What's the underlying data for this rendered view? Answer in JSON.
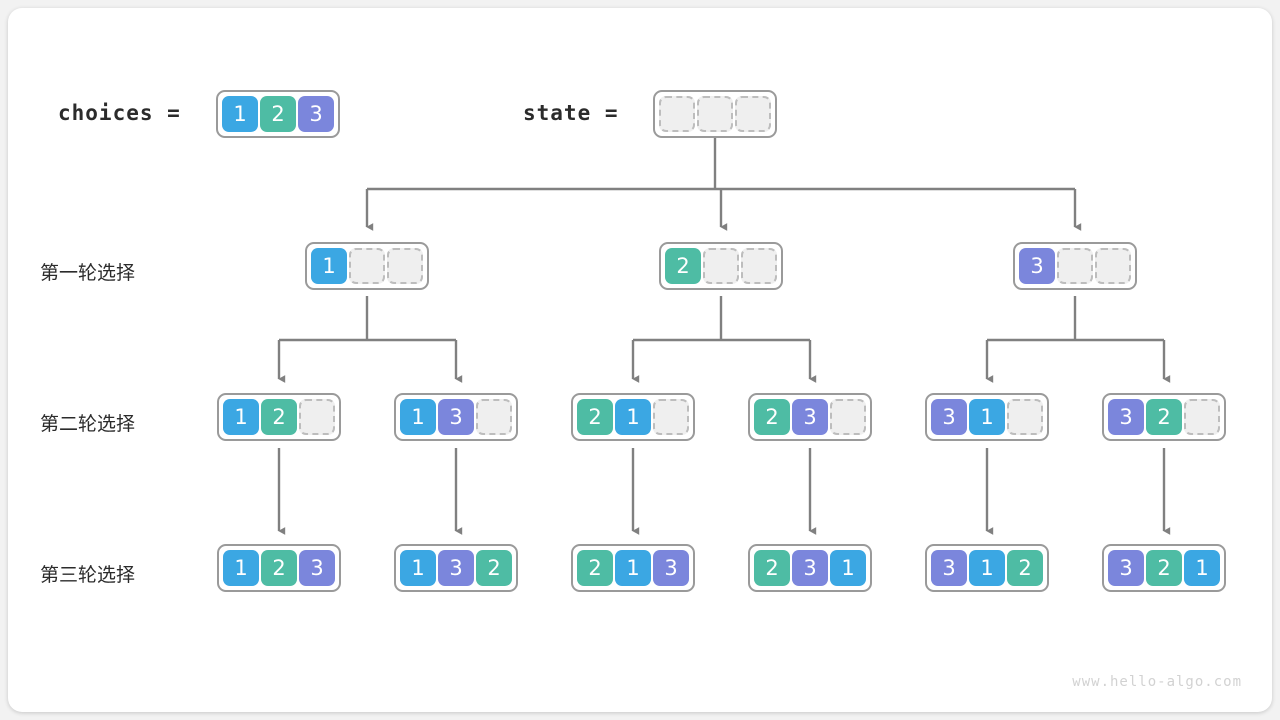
{
  "meta": {
    "watermark": "www.hello-algo.com",
    "colors": {
      "value_1": "#3ba7e3",
      "value_2": "#4ebca4",
      "value_3": "#7b86dc",
      "empty_cell": "#efefef",
      "border": "#9a9a9a",
      "connector": "#808080",
      "card_background": "#ffffff",
      "page_background": "#f2f2f2"
    }
  },
  "header": {
    "choices_label": "choices =",
    "choices_values": [
      "1",
      "2",
      "3"
    ],
    "state_label": "state =",
    "state_values": [
      "",
      "",
      ""
    ]
  },
  "rows": [
    {
      "label": "第一轮选择"
    },
    {
      "label": "第二轮选择"
    },
    {
      "label": "第三轮选择"
    }
  ],
  "tree": {
    "level1": [
      {
        "cells": [
          "1",
          "",
          ""
        ]
      },
      {
        "cells": [
          "2",
          "",
          ""
        ]
      },
      {
        "cells": [
          "3",
          "",
          ""
        ]
      }
    ],
    "level2": [
      {
        "cells": [
          "1",
          "2",
          ""
        ]
      },
      {
        "cells": [
          "1",
          "3",
          ""
        ]
      },
      {
        "cells": [
          "2",
          "1",
          ""
        ]
      },
      {
        "cells": [
          "2",
          "3",
          ""
        ]
      },
      {
        "cells": [
          "3",
          "1",
          ""
        ]
      },
      {
        "cells": [
          "3",
          "2",
          ""
        ]
      }
    ],
    "level3": [
      {
        "cells": [
          "1",
          "2",
          "3"
        ]
      },
      {
        "cells": [
          "1",
          "3",
          "2"
        ]
      },
      {
        "cells": [
          "2",
          "1",
          "3"
        ]
      },
      {
        "cells": [
          "2",
          "3",
          "1"
        ]
      },
      {
        "cells": [
          "3",
          "1",
          "2"
        ]
      },
      {
        "cells": [
          "3",
          "2",
          "1"
        ]
      }
    ]
  }
}
